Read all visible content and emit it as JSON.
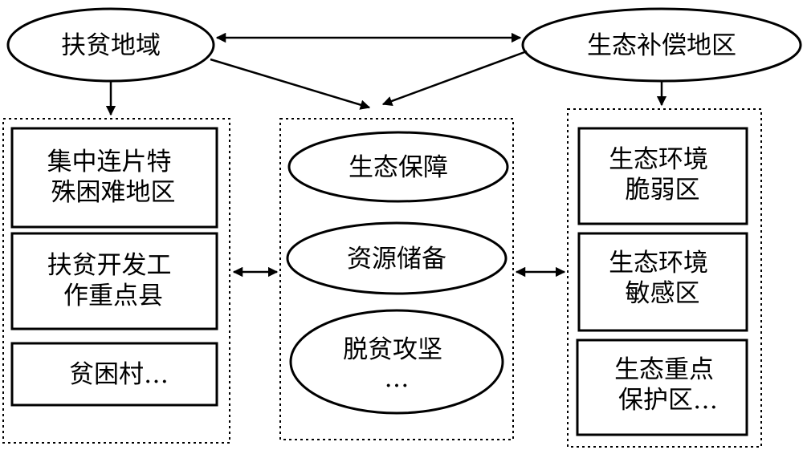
{
  "nodes": {
    "poverty_region": "扶贫地域",
    "eco_comp_region": "生态补偿地区",
    "left_items": [
      [
        "集中连片特",
        "殊困难地区"
      ],
      [
        "扶贫开发工",
        "作重点县"
      ],
      [
        "贫困村…"
      ]
    ],
    "middle_items": [
      [
        "生态保障"
      ],
      [
        "资源储备"
      ],
      [
        "脱贫攻坚",
        "…"
      ]
    ],
    "right_items": [
      [
        "生态环境",
        "脆弱区"
      ],
      [
        "生态环境",
        "敏感区"
      ],
      [
        "生态重点",
        "保护区…"
      ]
    ]
  }
}
